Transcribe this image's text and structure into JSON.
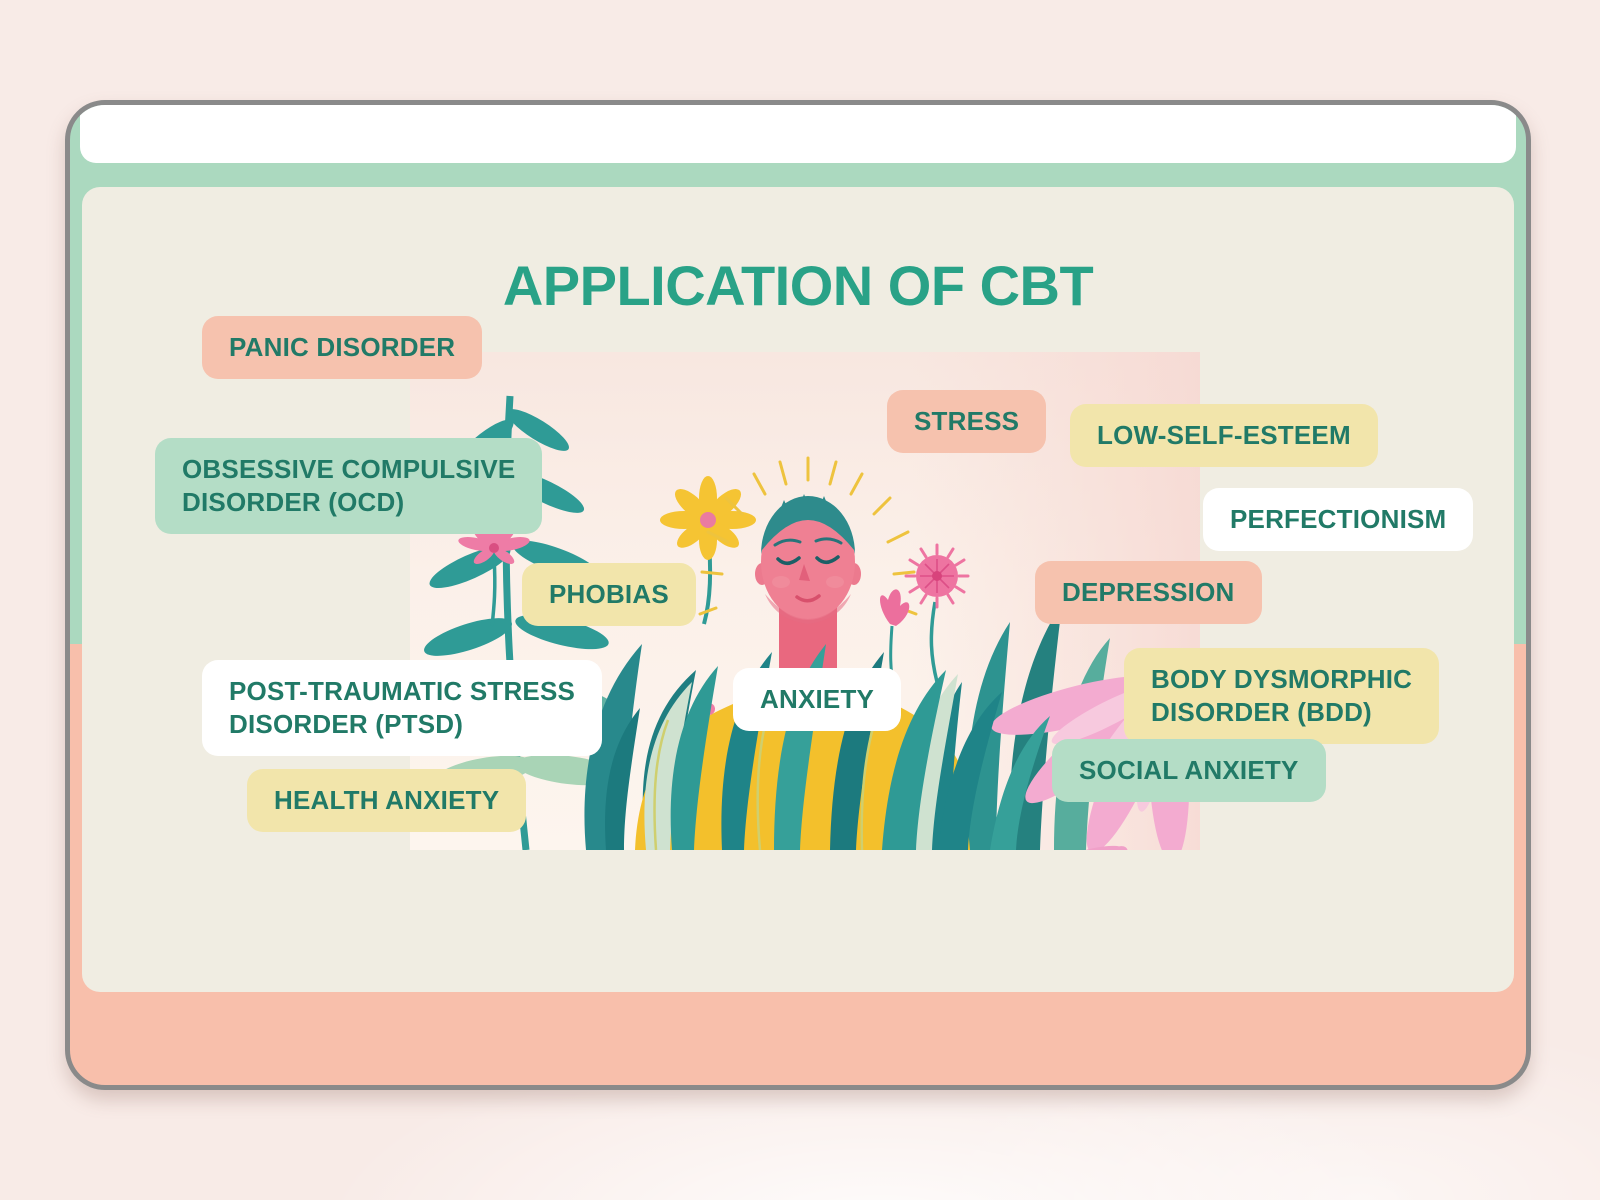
{
  "window": {
    "description": "rounded app window with plain white top bar, mint header strip and peach footer bar"
  },
  "slide": {
    "title": "APPLICATION OF CBT",
    "labels": [
      {
        "id": "panic-disorder",
        "text": "PANIC DISORDER",
        "color": "salmon"
      },
      {
        "id": "ocd",
        "text": "OBSESSIVE COMPULSIVE\nDISORDER (OCD)",
        "color": "mint"
      },
      {
        "id": "stress",
        "text": "STRESS",
        "color": "salmon"
      },
      {
        "id": "low-self-esteem",
        "text": "LOW-SELF-ESTEEM",
        "color": "yellow"
      },
      {
        "id": "perfectionism",
        "text": "PERFECTIONISM",
        "color": "white"
      },
      {
        "id": "phobias",
        "text": "PHOBIAS",
        "color": "yellow"
      },
      {
        "id": "depression",
        "text": "DEPRESSION",
        "color": "salmon"
      },
      {
        "id": "anxiety",
        "text": "ANXIETY",
        "color": "white"
      },
      {
        "id": "ptsd",
        "text": "POST-TRAUMATIC STRESS\nDISORDER (PTSD)",
        "color": "white"
      },
      {
        "id": "bdd",
        "text": "BODY DYSMORPHIC\nDISORDER (BDD)",
        "color": "yellow"
      },
      {
        "id": "health-anxiety",
        "text": "HEALTH ANXIETY",
        "color": "yellow"
      },
      {
        "id": "social-anxiety",
        "text": "SOCIAL ANXIETY",
        "color": "mint"
      }
    ],
    "illustration_alt": "Person with closed eyes meditating in a yellow sweater among teal plants, pink palm leaves and flowers"
  },
  "palette": {
    "page_background": "#f8ebe7",
    "card_border": "#8a8a8a",
    "top_bar": "#ffffff",
    "header_strip": "#abd9bf",
    "slide_background": "#f0ede2",
    "footer_bar": "#f8bfab",
    "title_teal": "#29a287",
    "label_text_teal": "#217a67",
    "chip_salmon": "#f6c2ae",
    "chip_yellow": "#f2e5ab",
    "chip_mint": "#b4ddc6",
    "chip_white": "#ffffff",
    "plant_teal": "#2f9b96",
    "palm_pink": "#f3abd0",
    "skin_pink": "#ef8093",
    "sweater_yellow": "#f3c02c"
  }
}
